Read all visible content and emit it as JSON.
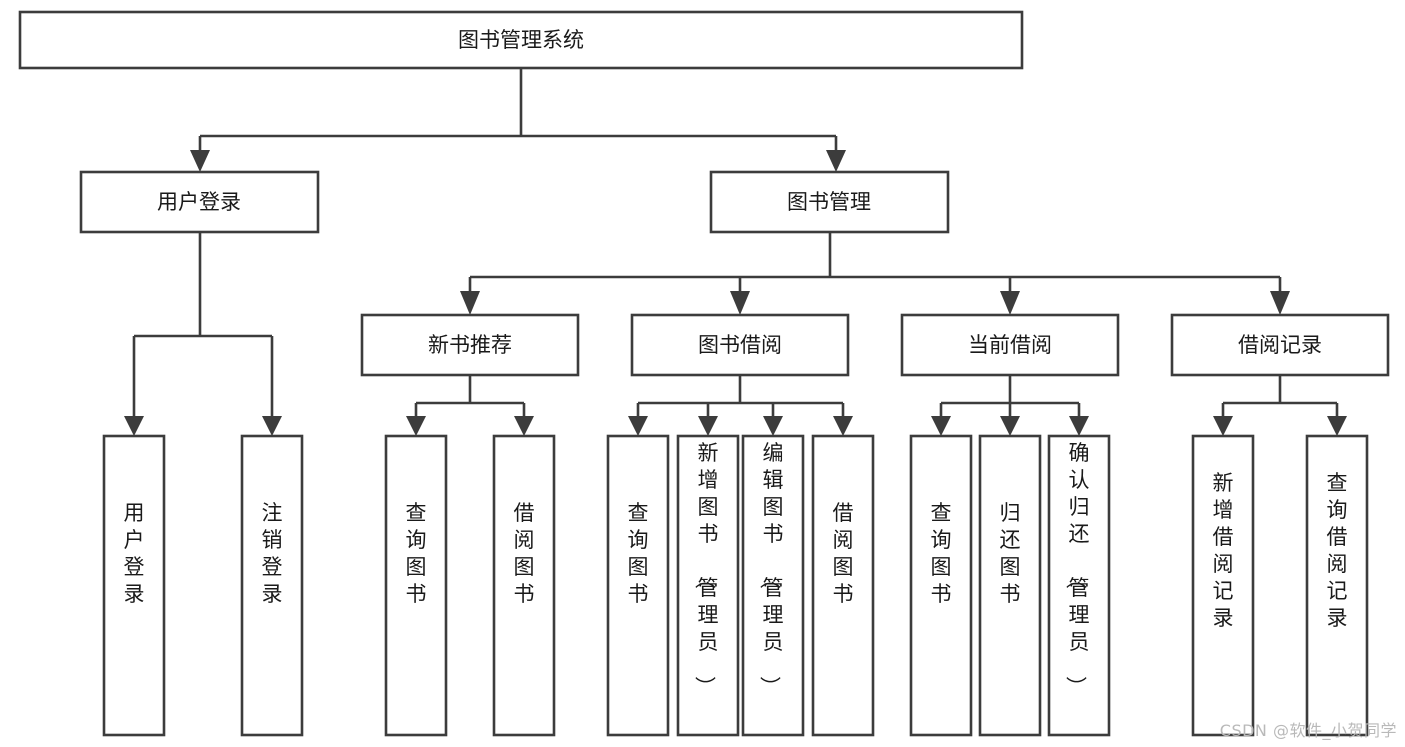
{
  "diagram": {
    "title": "图书管理系统",
    "watermark": "CSDN @软件_小贺同学",
    "colors": {
      "stroke": "#3c3c3c",
      "box_fill": "#ffffff",
      "text": "#1a1a1a",
      "background": "#ffffff",
      "watermark": "#b9b9b9"
    },
    "levels": {
      "root": "图书管理系统",
      "level2": [
        "用户登录",
        "图书管理"
      ],
      "level3": [
        "新书推荐",
        "图书借阅",
        "当前借阅",
        "借阅记录"
      ]
    },
    "nodes": {
      "root": {
        "label": "图书管理系统",
        "orientation": "horizontal"
      },
      "user_login": {
        "label": "用户登录",
        "orientation": "horizontal"
      },
      "book_manage": {
        "label": "图书管理",
        "orientation": "horizontal"
      },
      "new_book_rec": {
        "label": "新书推荐",
        "orientation": "horizontal"
      },
      "book_borrow": {
        "label": "图书借阅",
        "orientation": "horizontal"
      },
      "current_borrow": {
        "label": "当前借阅",
        "orientation": "horizontal"
      },
      "borrow_record": {
        "label": "借阅记录",
        "orientation": "horizontal"
      },
      "leaf_1": {
        "label": "用户登录",
        "orientation": "vertical",
        "parent": "用户登录"
      },
      "leaf_2": {
        "label": "注销登录",
        "orientation": "vertical",
        "parent": "用户登录"
      },
      "leaf_3": {
        "label": "查询图书",
        "orientation": "vertical",
        "parent": "新书推荐"
      },
      "leaf_4": {
        "label": "借阅图书",
        "orientation": "vertical",
        "parent": "新书推荐"
      },
      "leaf_5": {
        "label": "查询图书",
        "orientation": "vertical",
        "parent": "图书借阅"
      },
      "leaf_6": {
        "label": "新增图书（管理员）",
        "orientation": "vertical",
        "parent": "图书借阅"
      },
      "leaf_7": {
        "label": "编辑图书（管理员）",
        "orientation": "vertical",
        "parent": "图书借阅"
      },
      "leaf_8": {
        "label": "借阅图书",
        "orientation": "vertical",
        "parent": "图书借阅"
      },
      "leaf_9": {
        "label": "查询图书",
        "orientation": "vertical",
        "parent": "当前借阅"
      },
      "leaf_10": {
        "label": "归还图书",
        "orientation": "vertical",
        "parent": "当前借阅"
      },
      "leaf_11": {
        "label": "确认归还（管理员）",
        "orientation": "vertical",
        "parent": "当前借阅"
      },
      "leaf_12": {
        "label": "新增借阅记录",
        "orientation": "vertical",
        "parent": "借阅记录"
      },
      "leaf_13": {
        "label": "查询借阅记录",
        "orientation": "vertical",
        "parent": "借阅记录"
      }
    }
  }
}
